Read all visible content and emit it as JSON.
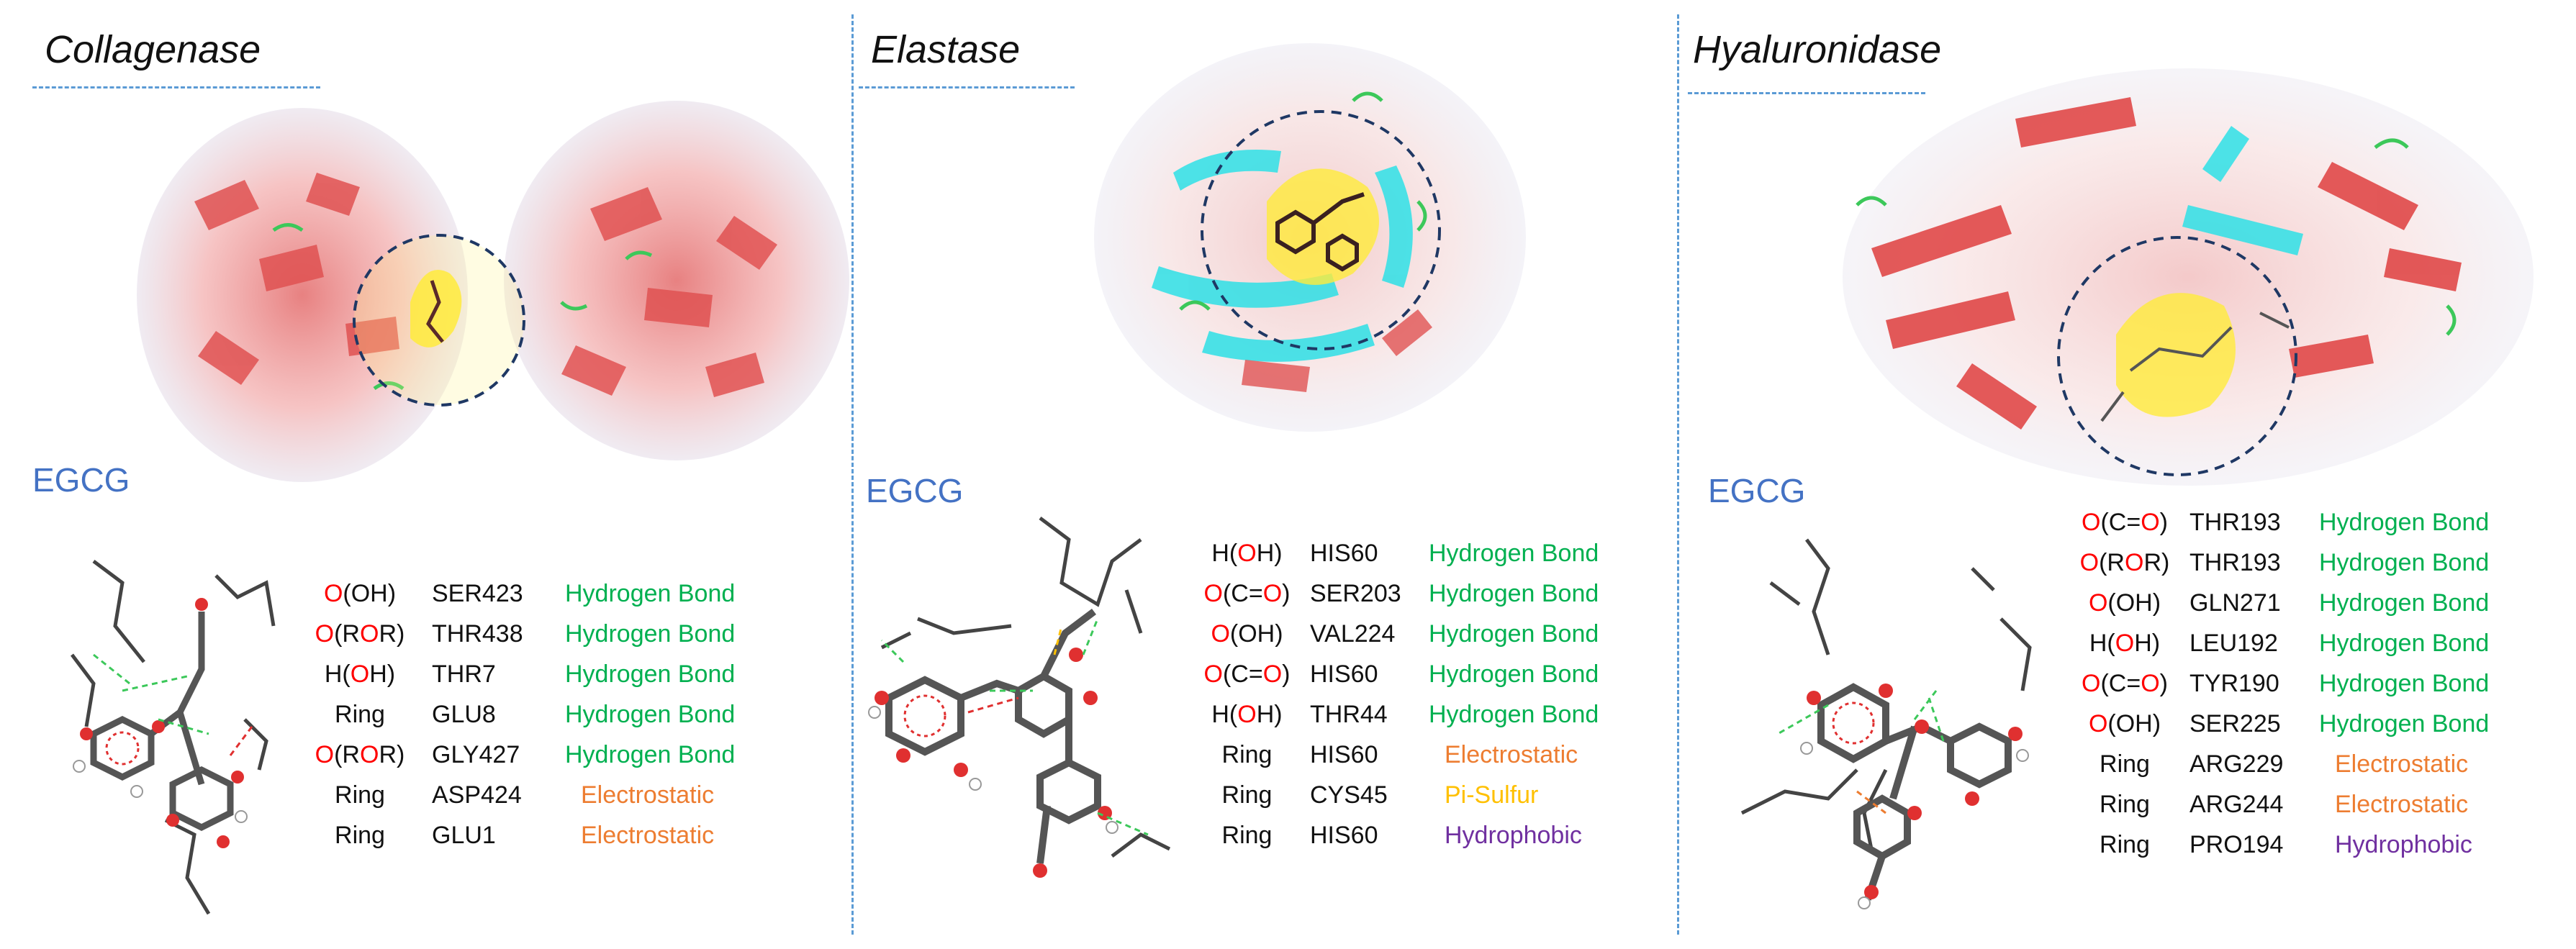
{
  "colors": {
    "hydrogen_bond": "#00b050",
    "electrostatic": "#ed7d31",
    "pi_sulfur": "#ffc000",
    "hydrophobic": "#7030a0",
    "oxygen_highlight": "#ff0000",
    "egcg_label": "#4472c4",
    "divider": "#5b9bd5"
  },
  "panels": [
    {
      "title": "Collagenase",
      "ligand_label": "EGCG",
      "interactions": [
        {
          "group_parts": [
            {
              "t": "O",
              "o": true
            },
            {
              "t": "(OH)",
              "o": false
            }
          ],
          "residue": "SER423",
          "type": "Hydrogen Bond"
        },
        {
          "group_parts": [
            {
              "t": "O",
              "o": true
            },
            {
              "t": "(R",
              "o": false
            },
            {
              "t": "O",
              "o": true
            },
            {
              "t": "R)",
              "o": false
            }
          ],
          "residue": "THR438",
          "type": "Hydrogen Bond"
        },
        {
          "group_parts": [
            {
              "t": "H(",
              "o": false
            },
            {
              "t": "O",
              "o": true
            },
            {
              "t": "H)",
              "o": false
            }
          ],
          "residue": "THR7",
          "type": "Hydrogen Bond"
        },
        {
          "group_parts": [
            {
              "t": "Ring",
              "o": false
            }
          ],
          "residue": "GLU8",
          "type": "Hydrogen Bond"
        },
        {
          "group_parts": [
            {
              "t": "O",
              "o": true
            },
            {
              "t": "(R",
              "o": false
            },
            {
              "t": "O",
              "o": true
            },
            {
              "t": "R)",
              "o": false
            }
          ],
          "residue": "GLY427",
          "type": "Hydrogen Bond"
        },
        {
          "group_parts": [
            {
              "t": "Ring",
              "o": false
            }
          ],
          "residue": "ASP424",
          "type": "Electrostatic"
        },
        {
          "group_parts": [
            {
              "t": "Ring",
              "o": false
            }
          ],
          "residue": "GLU1",
          "type": "Electrostatic"
        }
      ]
    },
    {
      "title": "Elastase",
      "ligand_label": "EGCG",
      "interactions": [
        {
          "group_parts": [
            {
              "t": "H(",
              "o": false
            },
            {
              "t": "O",
              "o": true
            },
            {
              "t": "H)",
              "o": false
            }
          ],
          "residue": "HIS60",
          "type": "Hydrogen Bond"
        },
        {
          "group_parts": [
            {
              "t": "O",
              "o": true
            },
            {
              "t": "(C=",
              "o": false
            },
            {
              "t": "O",
              "o": true
            },
            {
              "t": ")",
              "o": false
            }
          ],
          "residue": "SER203",
          "type": "Hydrogen Bond"
        },
        {
          "group_parts": [
            {
              "t": "O",
              "o": true
            },
            {
              "t": "(OH)",
              "o": false
            }
          ],
          "residue": "VAL224",
          "type": "Hydrogen Bond"
        },
        {
          "group_parts": [
            {
              "t": "O",
              "o": true
            },
            {
              "t": "(C=",
              "o": false
            },
            {
              "t": "O",
              "o": true
            },
            {
              "t": ")",
              "o": false
            }
          ],
          "residue": "HIS60",
          "type": "Hydrogen Bond"
        },
        {
          "group_parts": [
            {
              "t": "H(",
              "o": false
            },
            {
              "t": "O",
              "o": true
            },
            {
              "t": "H)",
              "o": false
            }
          ],
          "residue": "THR44",
          "type": "Hydrogen Bond"
        },
        {
          "group_parts": [
            {
              "t": "Ring",
              "o": false
            }
          ],
          "residue": "HIS60",
          "type": "Electrostatic"
        },
        {
          "group_parts": [
            {
              "t": "Ring",
              "o": false
            }
          ],
          "residue": "CYS45",
          "type": "Pi-Sulfur"
        },
        {
          "group_parts": [
            {
              "t": "Ring",
              "o": false
            }
          ],
          "residue": "HIS60",
          "type": "Hydrophobic"
        }
      ]
    },
    {
      "title": "Hyaluronidase",
      "ligand_label": "EGCG",
      "interactions": [
        {
          "group_parts": [
            {
              "t": "O",
              "o": true
            },
            {
              "t": "(C=",
              "o": false
            },
            {
              "t": "O",
              "o": true
            },
            {
              "t": ")",
              "o": false
            }
          ],
          "residue": "THR193",
          "type": "Hydrogen Bond"
        },
        {
          "group_parts": [
            {
              "t": "O",
              "o": true
            },
            {
              "t": "(R",
              "o": false
            },
            {
              "t": "O",
              "o": true
            },
            {
              "t": "R)",
              "o": false
            }
          ],
          "residue": "THR193",
          "type": "Hydrogen Bond"
        },
        {
          "group_parts": [
            {
              "t": "O",
              "o": true
            },
            {
              "t": "(OH)",
              "o": false
            }
          ],
          "residue": "GLN271",
          "type": "Hydrogen Bond"
        },
        {
          "group_parts": [
            {
              "t": "H(",
              "o": false
            },
            {
              "t": "O",
              "o": true
            },
            {
              "t": "H)",
              "o": false
            }
          ],
          "residue": "LEU192",
          "type": "Hydrogen Bond"
        },
        {
          "group_parts": [
            {
              "t": "O",
              "o": true
            },
            {
              "t": "(C=",
              "o": false
            },
            {
              "t": "O",
              "o": true
            },
            {
              "t": ")",
              "o": false
            }
          ],
          "residue": "TYR190",
          "type": "Hydrogen Bond"
        },
        {
          "group_parts": [
            {
              "t": "O",
              "o": true
            },
            {
              "t": "(OH)",
              "o": false
            }
          ],
          "residue": "SER225",
          "type": "Hydrogen Bond"
        },
        {
          "group_parts": [
            {
              "t": "Ring",
              "o": false
            }
          ],
          "residue": "ARG229",
          "type": "Electrostatic"
        },
        {
          "group_parts": [
            {
              "t": "Ring",
              "o": false
            }
          ],
          "residue": "ARG244",
          "type": "Electrostatic"
        },
        {
          "group_parts": [
            {
              "t": "Ring",
              "o": false
            }
          ],
          "residue": "PRO194",
          "type": "Hydrophobic"
        }
      ]
    }
  ]
}
